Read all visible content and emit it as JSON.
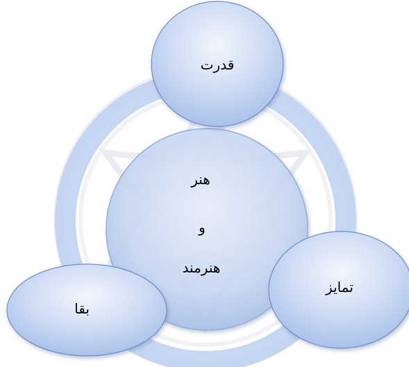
{
  "diagram": {
    "center_node": {
      "line1": "هنر",
      "line2": "و",
      "line3": "هنرمند"
    },
    "nodes": {
      "top": "قدرت",
      "right": "تمایز",
      "left": "بقا"
    }
  }
}
